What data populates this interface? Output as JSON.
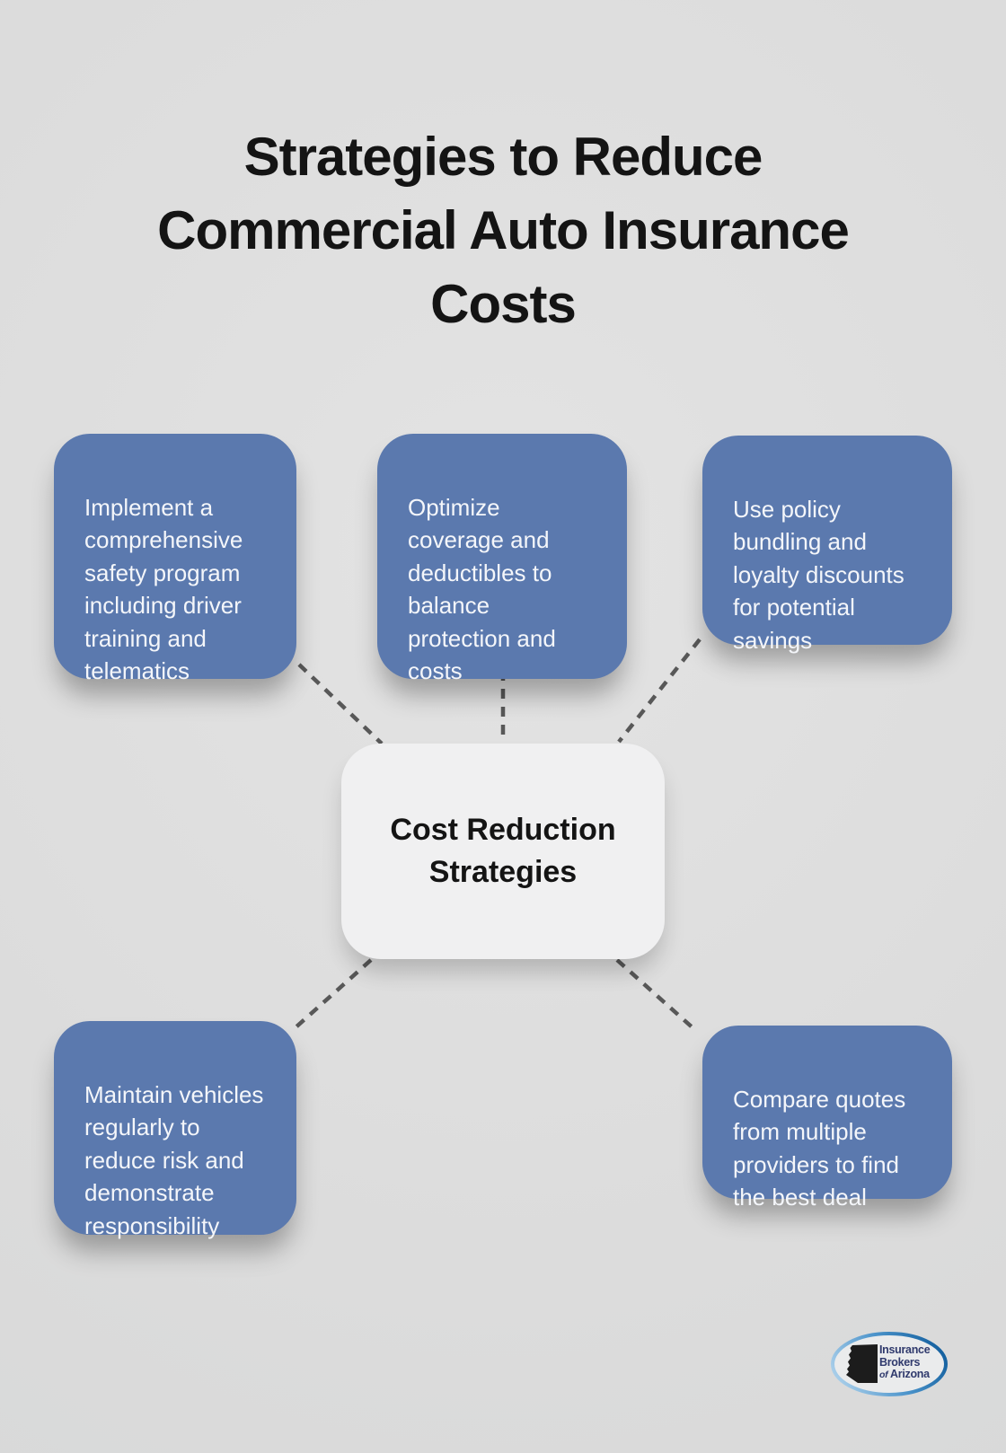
{
  "title": "Strategies to Reduce\nCommercial Auto Insurance\nCosts",
  "center": {
    "label": "Cost Reduction\nStrategies"
  },
  "nodes": [
    {
      "id": "safety-program",
      "label": "Implement a\ncomprehensive\nsafety program\nincluding driver\ntraining and\ntelematics"
    },
    {
      "id": "optimize-coverage",
      "label": "Optimize\ncoverage and\ndeductibles to\nbalance\nprotection and\ncosts"
    },
    {
      "id": "policy-bundling",
      "label": "Use policy\nbundling and\nloyalty discounts\nfor potential\nsavings"
    },
    {
      "id": "maintain-vehicles",
      "label": "Maintain vehicles\nregularly to\nreduce risk and\ndemonstrate\nresponsibility"
    },
    {
      "id": "compare-quotes",
      "label": "Compare quotes\nfrom multiple\nproviders to find\nthe best deal"
    }
  ],
  "logo": {
    "line1": "Insurance",
    "line2": "Brokers",
    "line3_of": "of",
    "line3_name": "Arizona"
  },
  "colors": {
    "background": "#dcdcdc",
    "node_fill": "#5b79ae",
    "node_text": "#f4f6fa",
    "center_fill": "#f0f0f1",
    "title_text": "#141414",
    "connector": "#585858",
    "logo_navy": "#303a6d",
    "logo_ring_light": "#a7cde9",
    "logo_ring_dark": "#135f9e"
  }
}
